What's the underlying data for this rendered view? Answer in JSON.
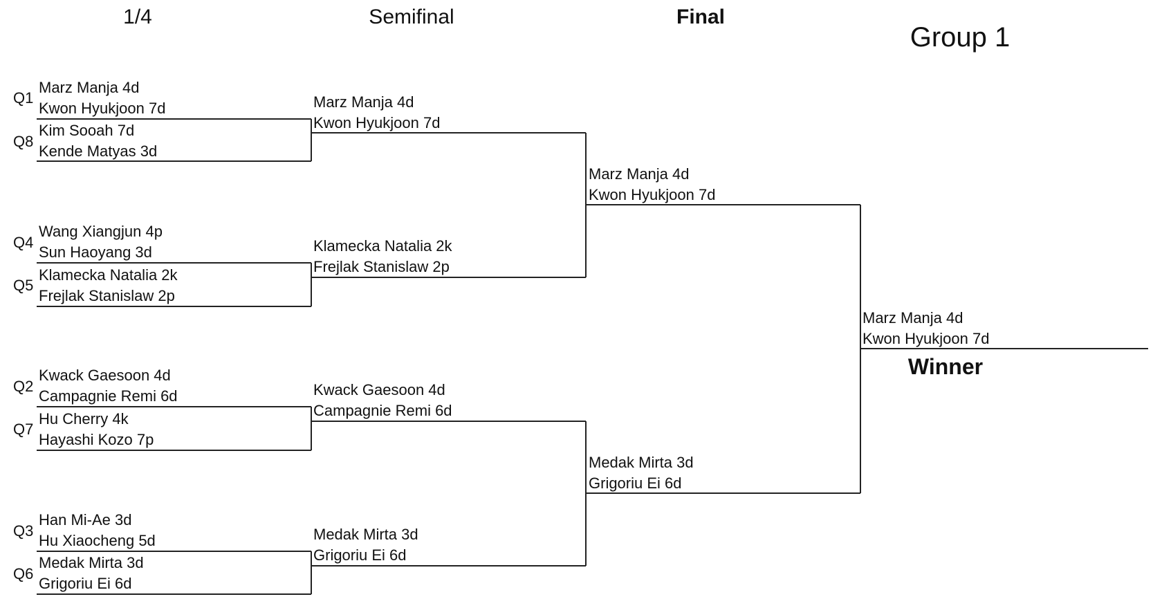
{
  "headers": {
    "quarterfinal": "1/4",
    "semifinal": "Semifinal",
    "final": "Final",
    "group": "Group 1",
    "winner": "Winner"
  },
  "quarterfinals": [
    {
      "seed": "Q1",
      "top": "Marz Manja 4d",
      "bottom": "Kwon Hyukjoon 7d"
    },
    {
      "seed": "Q8",
      "top": "Kim Sooah 7d",
      "bottom": "Kende Matyas 3d"
    },
    {
      "seed": "Q4",
      "top": "Wang Xiangjun 4p",
      "bottom": "Sun Haoyang 3d"
    },
    {
      "seed": "Q5",
      "top": "Klamecka Natalia 2k",
      "bottom": "Frejlak Stanislaw 2p"
    },
    {
      "seed": "Q2",
      "top": "Kwack Gaesoon 4d",
      "bottom": "Campagnie Remi 6d"
    },
    {
      "seed": "Q7",
      "top": "Hu Cherry 4k",
      "bottom": "Hayashi Kozo 7p"
    },
    {
      "seed": "Q3",
      "top": "Han Mi-Ae 3d",
      "bottom": "Hu Xiaocheng 5d"
    },
    {
      "seed": "Q6",
      "top": "Medak Mirta 3d",
      "bottom": "Grigoriu Ei 6d"
    }
  ],
  "semifinals": [
    {
      "top": "Marz Manja 4d",
      "bottom": "Kwon Hyukjoon 7d"
    },
    {
      "top": "Klamecka Natalia 2k",
      "bottom": "Frejlak Stanislaw 2p"
    },
    {
      "top": "Kwack Gaesoon 4d",
      "bottom": "Campagnie Remi 6d"
    },
    {
      "top": "Medak Mirta 3d",
      "bottom": "Grigoriu Ei 6d"
    }
  ],
  "finals": [
    {
      "top": "Marz Manja 4d",
      "bottom": "Kwon Hyukjoon 7d"
    },
    {
      "top": "Medak Mirta 3d",
      "bottom": "Grigoriu Ei 6d"
    }
  ],
  "champion": {
    "top": "Marz Manja 4d",
    "bottom": "Kwon Hyukjoon 7d"
  }
}
